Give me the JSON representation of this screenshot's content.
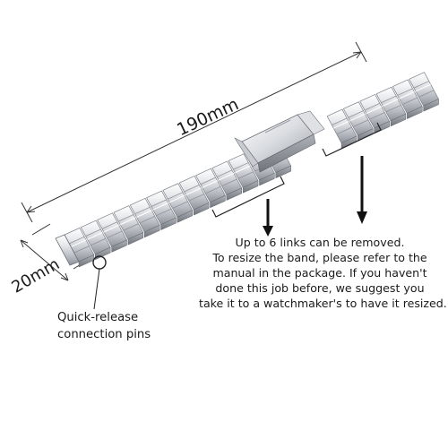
{
  "dimensions": {
    "length_label": "190mm",
    "width_label": "20mm"
  },
  "callouts": {
    "pins_line1": "Quick-release",
    "pins_line2": "connection pins",
    "links_note": [
      "Up to 6 links can be removed.",
      "To resize the band, please refer to the",
      "manual in the package. If you haven't",
      "done this job before, we suggest you",
      "take it to a watchmaker's to have it resized."
    ]
  },
  "colors": {
    "metal_light": "#f2f3f5",
    "metal_mid": "#c9ccd1",
    "metal_dark": "#8d9198",
    "line": "#222222"
  }
}
